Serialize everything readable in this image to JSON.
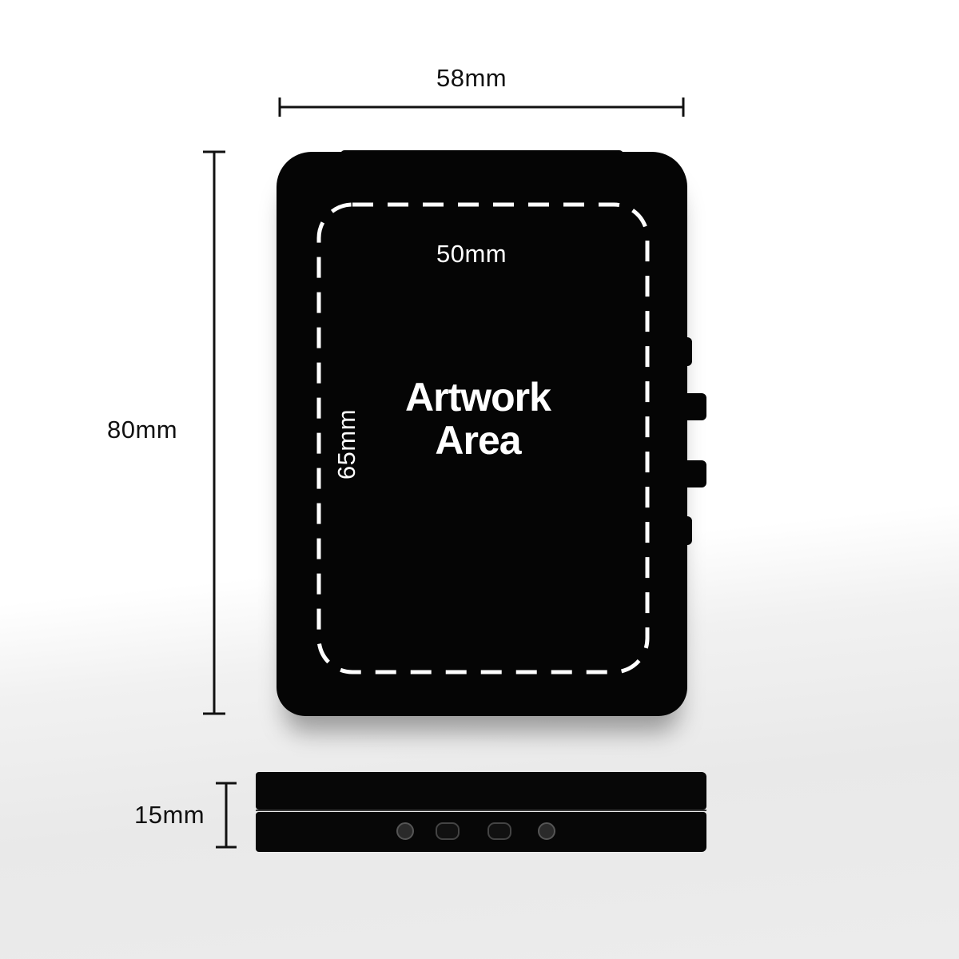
{
  "dimensions": {
    "width": "58mm",
    "height": "80mm",
    "thickness": "15mm"
  },
  "artwork": {
    "title_line1": "Artwork",
    "title_line2": "Area",
    "width": "50mm",
    "height": "65mm"
  },
  "colors": {
    "device": "#050505",
    "outline": "#ffffff",
    "dimension_line": "#111111"
  }
}
